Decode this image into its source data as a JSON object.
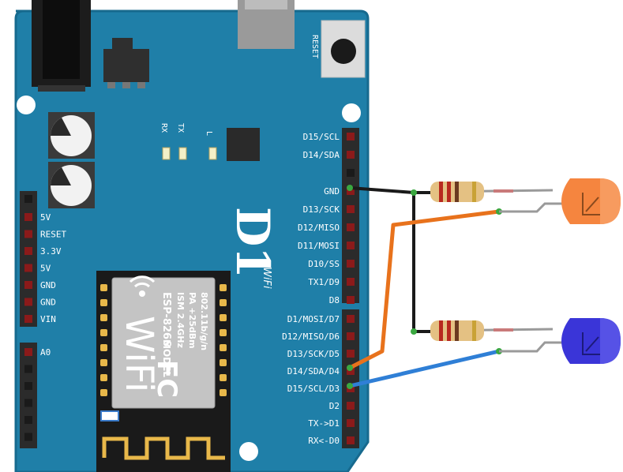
{
  "board": {
    "reset_label": "RESET",
    "rx_label": "RX",
    "tx_label": "TX",
    "l_label": "L",
    "logo": "D1",
    "wifi_small": "WiFi",
    "right_pins": [
      "D15/SCL",
      "D14/SDA",
      "",
      "GND",
      "D13/SCK",
      "D12/MISO",
      "D11/MOSI",
      "D10/SS",
      "TX1/D9",
      "D8"
    ],
    "right_pins_lower": [
      "D1/MOSI/D7",
      "D12/MISO/D6",
      "D13/SCK/D5",
      "D14/SDA/D4",
      "D15/SCL/D3",
      "D2",
      "TX->D1",
      "RX<-D0"
    ],
    "left_pins": [
      "5V",
      "RESET",
      "3.3V",
      "5V",
      "GND",
      "GND",
      "VIN"
    ],
    "left_pins_lower": [
      "A0"
    ],
    "colors": {
      "board": "#1f7fa8",
      "board_edge": "#176a8e",
      "header": "#2b2b2b",
      "pin_hole": "#8b1a1a",
      "led_orange": "#f5853f",
      "led_blue": "#3a35d8",
      "wire_black": "#1a1a1a",
      "wire_orange": "#e8721c",
      "wire_blue": "#2f7fd6"
    }
  },
  "module": {
    "wifi_text": "WiFi",
    "model": "MODEL",
    "chip": "ESP-8266",
    "ism": "ISM 2.4GHz",
    "pa": "PA +25dBm",
    "proto": "802.11b/g/n",
    "fc": "FC"
  }
}
